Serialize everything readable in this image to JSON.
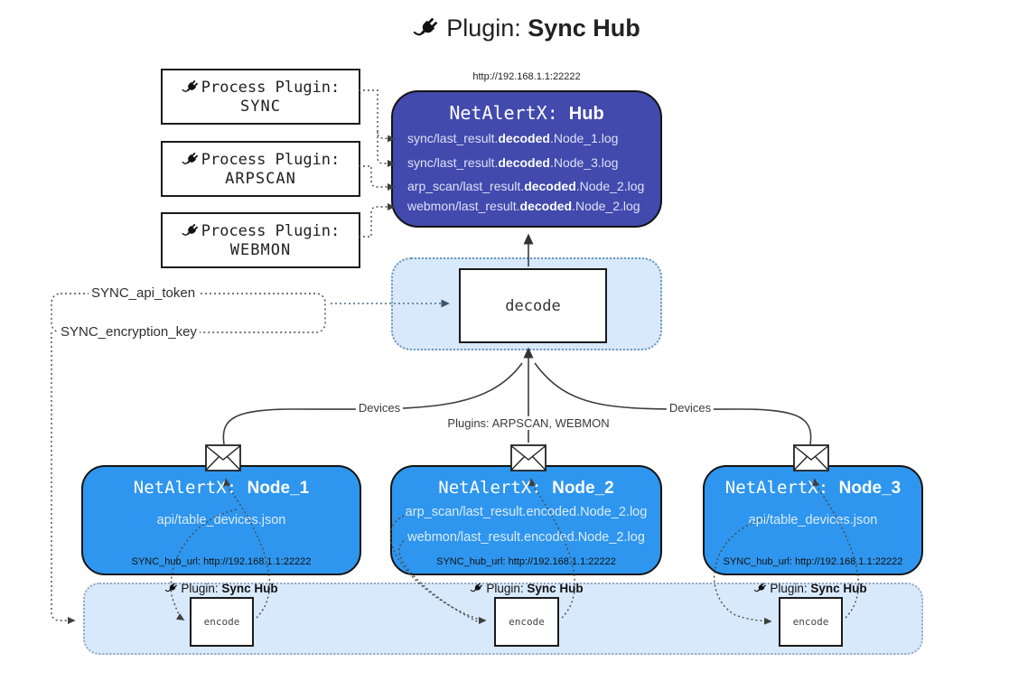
{
  "title": {
    "pre": "Plugin: ",
    "bold": "Sync Hub"
  },
  "process_plugins": [
    {
      "label": "Process Plugin:",
      "name": "SYNC"
    },
    {
      "label": "Process Plugin:",
      "name": "ARPSCAN"
    },
    {
      "label": "Process Plugin:",
      "name": "WEBMON"
    }
  ],
  "hub": {
    "url": "http://192.168.1.1:22222",
    "title_mono": "NetAlertX: ",
    "title_bold": "Hub",
    "lines": [
      {
        "pre": "sync/last_result.",
        "bold": "decoded",
        "post": ".Node_1.log"
      },
      {
        "pre": "sync/last_result.",
        "bold": "decoded",
        "post": ".Node_3.log"
      },
      {
        "pre": "arp_scan/last_result.",
        "bold": "decoded",
        "post": ".Node_2.log"
      },
      {
        "pre": "webmon/last_result.",
        "bold": "decoded",
        "post": ".Node_2.log"
      }
    ]
  },
  "decode_label": "decode",
  "encode_label": "encode",
  "settings": {
    "api_token": "SYNC_api_token",
    "encryption_key": "SYNC_encryption_key"
  },
  "edges": {
    "devices_left": "Devices",
    "devices_right": "Devices",
    "plugins": "Plugins: ARPSCAN, WEBMON"
  },
  "nodes": [
    {
      "title_mono": "NetAlertX: ",
      "title_bold": "Node_1",
      "lines": [
        "api/table_devices.json"
      ],
      "hub_url": "SYNC_hub_url: http://192.168.1.1:22222"
    },
    {
      "title_mono": "NetAlertX: ",
      "title_bold": "Node_2",
      "lines": [
        "arp_scan/last_result.encoded.Node_2.log",
        "webmon/last_result.encoded.Node_2.log"
      ],
      "hub_url": "SYNC_hub_url: http://192.168.1.1:22222"
    },
    {
      "title_mono": "NetAlertX: ",
      "title_bold": "Node_3",
      "lines": [
        "api/table_devices.json"
      ],
      "hub_url": "SYNC_hub_url: http://192.168.1.1:22222"
    }
  ],
  "band_label": {
    "pre": "Plugin: ",
    "bold": "Sync Hub"
  },
  "colors": {
    "hub": "#424aad",
    "node": "#2e96ee",
    "container_fill": "#d8e9fb"
  }
}
